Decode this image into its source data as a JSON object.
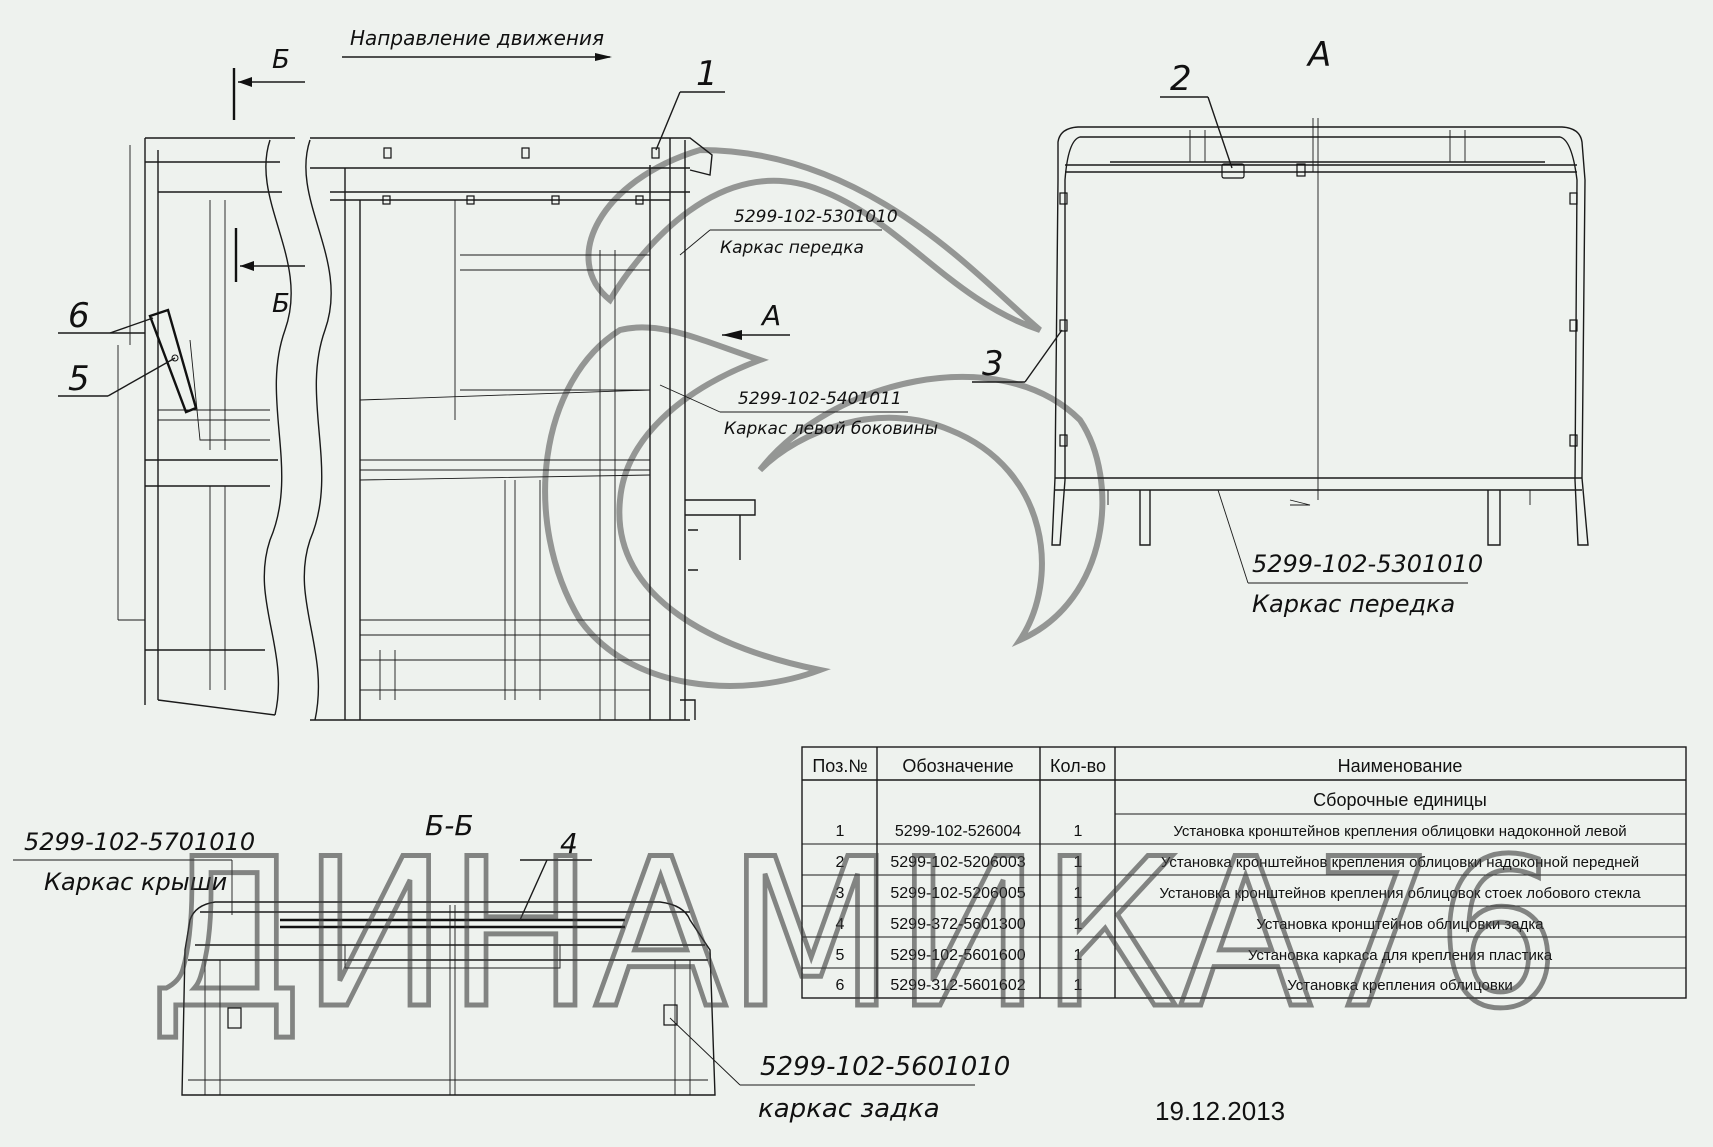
{
  "drawing": {
    "direction_label": "Направление движения",
    "section_letter": "Б",
    "view_letter": "А",
    "section_title": "Б-Б",
    "date": "19.12.2013",
    "watermark": "ДИНАМИКА76"
  },
  "callouts": [
    {
      "pos": "1"
    },
    {
      "pos": "2"
    },
    {
      "pos": "3"
    },
    {
      "pos": "4"
    },
    {
      "pos": "5"
    },
    {
      "pos": "6"
    }
  ],
  "parts": {
    "front_frame_side": {
      "code": "5299-102-5301010",
      "name": "Каркас передка"
    },
    "left_side_frame": {
      "code": "5299-102-5401011",
      "name": "Каркас левой боковины"
    },
    "front_frame_view": {
      "code": "5299-102-5301010",
      "name": "Каркас передка"
    },
    "roof_frame": {
      "code": "5299-102-5701010",
      "name": "Каркас крыши"
    },
    "rear_frame": {
      "code": "5299-102-5601010",
      "name": "каркас задка"
    }
  },
  "table": {
    "headers": [
      "Поз.№",
      "Обозначение",
      "Кол-во",
      "Наименование"
    ],
    "section": "Сборочные единицы",
    "rows": [
      {
        "pos": "1",
        "code": "5299-102-526004",
        "qty": "1",
        "name": "Установка кронштейнов крепления облицовки надоконной левой"
      },
      {
        "pos": "2",
        "code": "5299-102-5206003",
        "qty": "1",
        "name": "Установка кронштейнов крепления облицовки надоконной передней"
      },
      {
        "pos": "3",
        "code": "5299-102-5206005",
        "qty": "1",
        "name": "Установка кронштейнов крепления облицовок стоек лобового стекла"
      },
      {
        "pos": "4",
        "code": "5299-372-5601300",
        "qty": "1",
        "name": "Установка кронштейнов облицовки задка"
      },
      {
        "pos": "5",
        "code": "5299-102-5601600",
        "qty": "1",
        "name": "Установка каркаса для крепления пластика"
      },
      {
        "pos": "6",
        "code": "5299-312-5601602",
        "qty": "1",
        "name": "Установка крепления облицовки"
      }
    ]
  }
}
